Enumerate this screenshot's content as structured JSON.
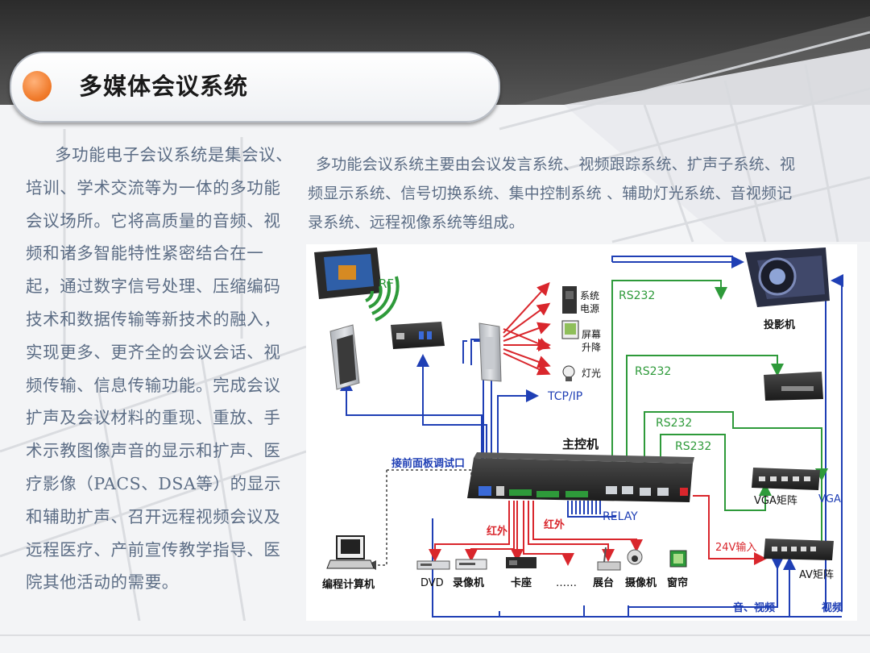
{
  "title": "多媒体会议系统",
  "left_paragraph": "多功能电子会议系统是集会议、培训、学术交流等为一体的多功能会议场所。它将高质量的音频、视频和诸多智能特性紧密结合在一起，通过数字信号处理、压缩编码技术和数据传输等新技术的融入，实现更多、更齐全的会议会话、视频传输、信息传输功能。完成会议扩声及会议材料的重现、重放、手术示教图像声音的显示和扩声、医疗影像（PACS、DSA等）的显示和辅助扩声、召开远程视频会议及远程医疗、产前宣传教学指导、医院其他活动的需要。",
  "right_paragraph": "多功能会议系统主要由会议发言系统、视频跟踪系统、扩声子系统、视频显示系统、信号切换系统、集中控制系统 、辅助灯光系统、音视频记录系统、远程视像系统等组成。",
  "diagram": {
    "labels": {
      "rf": "RF",
      "power": "系统\n电源",
      "screen": "屏幕\n升降",
      "light": "灯光",
      "projector": "投影机",
      "rs232_1": "RS232",
      "rs232_2": "RS232",
      "rs232_3": "RS232",
      "rs232_4": "RS232",
      "tcpip": "TCP/IP",
      "host": "主控机",
      "debug_port": "接前面板调试口",
      "relay": "RELAY",
      "ir1": "红外",
      "ir2": "红外",
      "v24": "24V输入",
      "vga_matrix": "VGA矩阵",
      "vga": "VGA",
      "av_matrix": "AV矩阵",
      "programming_pc": "编程计算机",
      "dvd": "DVD",
      "vcr": "录像机",
      "deck": "卡座",
      "dots": "……",
      "booth": "展台",
      "camera": "摄像机",
      "curtain": "窗帘",
      "audio_video": "音、视频",
      "video": "视频"
    }
  }
}
